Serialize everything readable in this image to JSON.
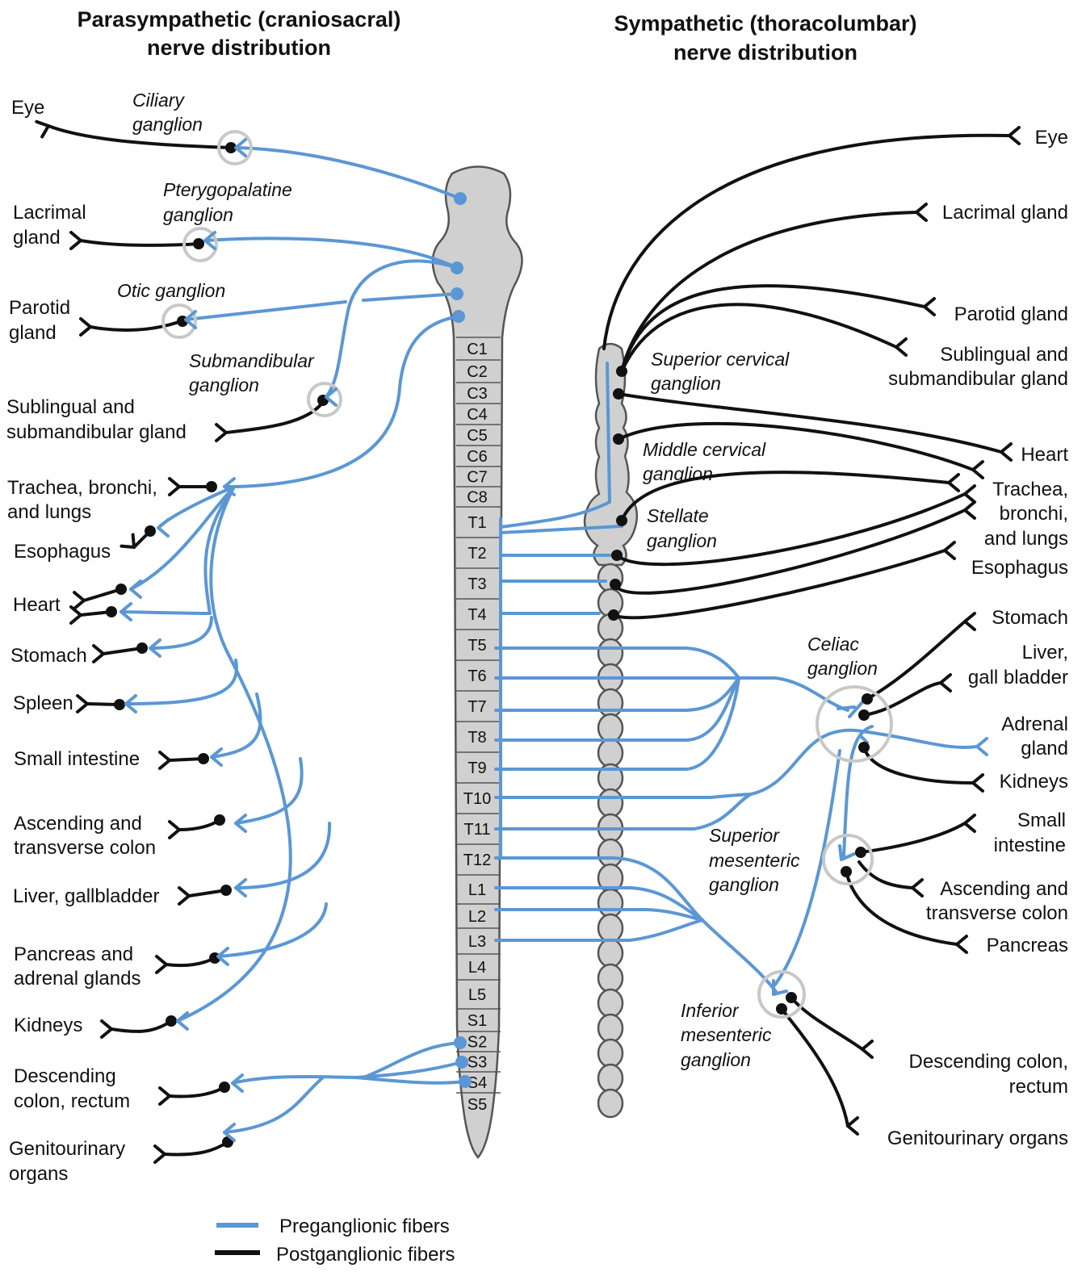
{
  "titles": {
    "parasympathetic_line1": "Parasympathetic (craniosacral)",
    "parasympathetic_line2": "nerve distribution",
    "sympathetic_line1": "Sympathetic (thoracolumbar)",
    "sympathetic_line2": "nerve distribution"
  },
  "parasympathetic": {
    "ganglia": {
      "ciliary_1": "Ciliary",
      "ciliary_2": "ganglion",
      "pterygo_1": "Pterygopalatine",
      "pterygo_2": "ganglion",
      "otic": "Otic ganglion",
      "submand_1": "Submandibular",
      "submand_2": "ganglion"
    },
    "organs": {
      "eye": "Eye",
      "lacrimal_1": "Lacrimal",
      "lacrimal_2": "gland",
      "parotid_1": "Parotid",
      "parotid_2": "gland",
      "sublingual_1": "Sublingual and",
      "sublingual_2": "submandibular gland",
      "trachea_1": "Trachea, bronchi,",
      "trachea_2": "and lungs",
      "esophagus": "Esophagus",
      "heart": "Heart",
      "stomach": "Stomach",
      "spleen": "Spleen",
      "small_intestine": "Small intestine",
      "colon_1": "Ascending and",
      "colon_2": "transverse colon",
      "liver": "Liver, gallbladder",
      "pancreas_1": "Pancreas and",
      "pancreas_2": "adrenal glands",
      "kidneys": "Kidneys",
      "descending_1": "Descending",
      "descending_2": "colon, rectum",
      "genito_1": "Genitourinary",
      "genito_2": "organs"
    }
  },
  "spinal_segments": [
    "C1",
    "C2",
    "C3",
    "C4",
    "C5",
    "C6",
    "C7",
    "C8",
    "T1",
    "T2",
    "T3",
    "T4",
    "T5",
    "T6",
    "T7",
    "T8",
    "T9",
    "T10",
    "T11",
    "T12",
    "L1",
    "L2",
    "L3",
    "L4",
    "L5",
    "S1",
    "S2",
    "S3",
    "S4",
    "S5"
  ],
  "sympathetic": {
    "ganglia": {
      "superior_cervical_1": "Superior cervical",
      "superior_cervical_2": "ganglion",
      "middle_cervical_1": "Middle cervical",
      "middle_cervical_2": "ganglion",
      "stellate_1": "Stellate",
      "stellate_2": "ganglion",
      "celiac_1": "Celiac",
      "celiac_2": "ganglion",
      "sup_mesenteric_1": "Superior",
      "sup_mesenteric_2": "mesenteric",
      "sup_mesenteric_3": "ganglion",
      "inf_mesenteric_1": "Inferior",
      "inf_mesenteric_2": "mesenteric",
      "inf_mesenteric_3": "ganglion"
    },
    "organs": {
      "eye": "Eye",
      "lacrimal": "Lacrimal gland",
      "parotid": "Parotid gland",
      "sublingual_1": "Sublingual and",
      "sublingual_2": "submandibular gland",
      "heart": "Heart",
      "trachea_1": "Trachea,",
      "trachea_2": "bronchi,",
      "trachea_3": "and lungs",
      "esophagus": "Esophagus",
      "stomach": "Stomach",
      "liver_1": "Liver,",
      "liver_2": "gall bladder",
      "adrenal_1": "Adrenal",
      "adrenal_2": "gland",
      "kidneys": "Kidneys",
      "small_int_1": "Small",
      "small_int_2": "intestine",
      "colon_1": "Ascending and",
      "colon_2": "transverse colon",
      "pancreas": "Pancreas",
      "descending_1": "Descending colon,",
      "descending_2": "rectum",
      "genito": "Genitourinary organs"
    }
  },
  "legend": {
    "pre": "Preganglionic fibers",
    "post": "Postganglionic fibers"
  },
  "colors": {
    "preganglionic": "#5b97d4",
    "postganglionic": "#111111",
    "cord": "#d0d0d0",
    "ganglion_ring": "#c8c8c8"
  }
}
